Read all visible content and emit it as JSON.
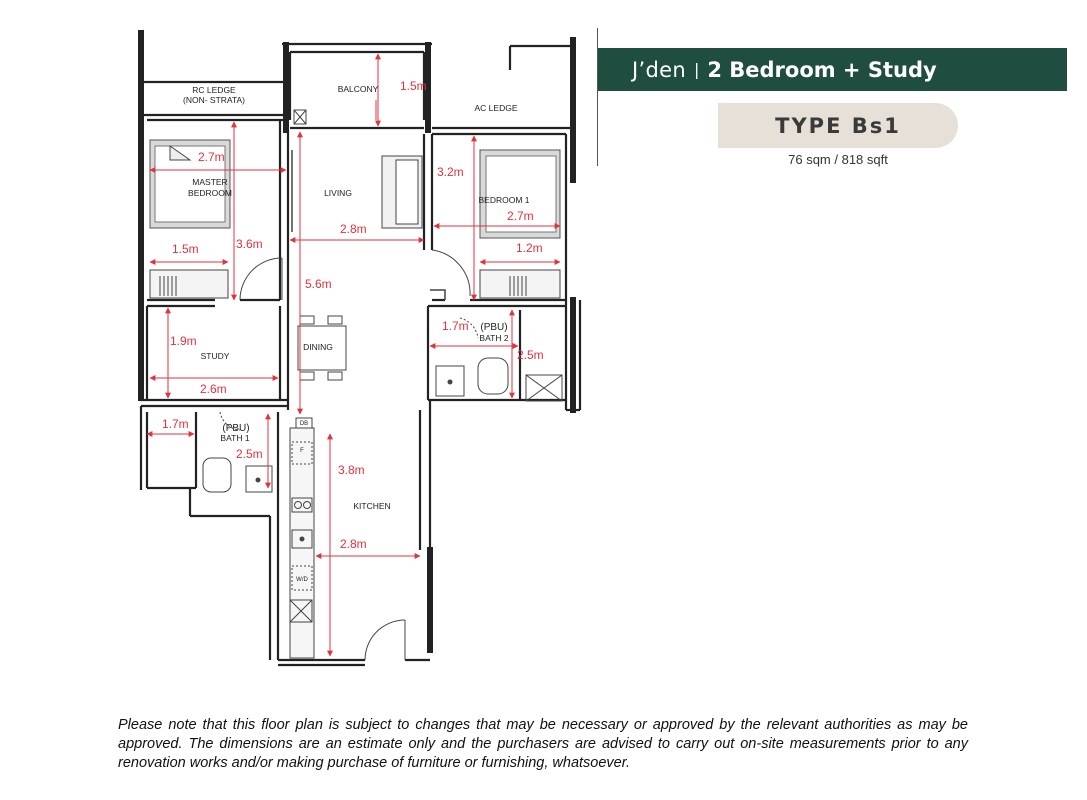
{
  "header": {
    "project": "J’den",
    "separator": "|",
    "unit_type": "2 Bedroom + Study"
  },
  "type_label": "TYPE Bs1",
  "area": "76 sqm / 818 sqft",
  "rooms": {
    "rc_ledge_1": "RC LEDGE",
    "rc_ledge_2": "(NON- STRATA)",
    "balcony": "BALCONY",
    "ac_ledge": "AC LEDGE",
    "master_1": "MASTER",
    "master_2": "BEDROOM",
    "living": "LIVING",
    "bedroom1": "BEDROOM 1",
    "study": "STUDY",
    "dining": "DINING",
    "pbu_bath1": "(PBU)",
    "bath1": "BATH 1",
    "pbu_bath2": "(PBU)",
    "bath2": "BATH 2",
    "kitchen": "KITCHEN",
    "db": "DB",
    "fridge": "F",
    "wd": "W/D"
  },
  "dims": {
    "balcony": "1.5m",
    "master_w": "2.7m",
    "master_d": "3.6m",
    "master_wardrobe": "1.5m",
    "living_w": "2.8m",
    "living_d": "5.6m",
    "bed1_d": "3.2m",
    "bed1_w": "2.7m",
    "bed1_wardrobe": "1.2m",
    "bath2_w": "1.7m",
    "bath2_d": "2.5m",
    "study_d": "1.9m",
    "study_w": "2.6m",
    "bath1_w": "1.7m",
    "bath1_d": "2.5m",
    "kitchen_d": "3.8m",
    "kitchen_w": "2.8m"
  },
  "disclaimer": "Please note that this floor plan is subject to changes that may be necessary or approved by the relevant authorities as may be approved.  The dimensions are an estimate only and the purchasers are advised to carry out on-site measurements prior to any renovation works and/or making purchase of furniture or furnishing, whatsoever.",
  "colors": {
    "header_bg": "#1f4d40",
    "pill_bg": "#e6e0d8",
    "dimension": "#e0333c",
    "wall": "#222222"
  }
}
